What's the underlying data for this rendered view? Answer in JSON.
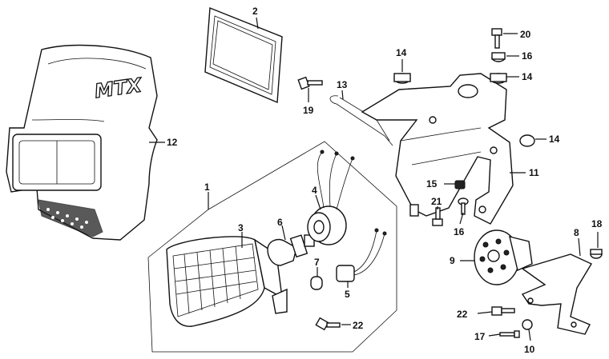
{
  "logo_text": "MTX",
  "callouts": {
    "c1": "1",
    "c2": "2",
    "c3": "3",
    "c4": "4",
    "c5": "5",
    "c6": "6",
    "c7": "7",
    "c8": "8",
    "c9": "9",
    "c10": "10",
    "c11": "11",
    "c12": "12",
    "c13": "13",
    "c14a": "14",
    "c14b": "14",
    "c14c": "14",
    "c15": "15",
    "c16a": "16",
    "c16b": "16",
    "c17": "17",
    "c18": "18",
    "c19": "19",
    "c20": "20",
    "c21": "21",
    "c22a": "22",
    "c22b": "22"
  }
}
